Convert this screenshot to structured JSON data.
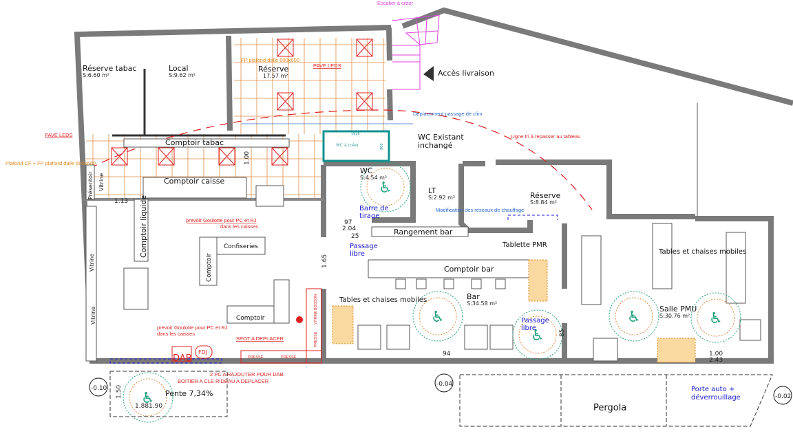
{
  "rooms": [
    {
      "name": "Réserve tabac",
      "area": "S:6.60 m²"
    },
    {
      "name": "Local",
      "area": "S:9.62 m²"
    },
    {
      "name": "Réserve",
      "area": "17.57 m²"
    },
    {
      "name": "WC",
      "area": "S:4.54 m²"
    },
    {
      "name": "LT",
      "area": "S:2.92 m²"
    },
    {
      "name": "Réserve",
      "area": "S:8.84 m²"
    },
    {
      "name": "Bar",
      "area": "S:34.58 m²"
    },
    {
      "name": "Salle PMU",
      "area": "S:30.76 m²"
    }
  ],
  "fixtures": {
    "comptoir_tabac": "Comptoir tabac",
    "comptoir_caisse": "Comptoir caisse",
    "comptoir_liquide": "Comptoir liquide",
    "confiseries": "Confiseries",
    "comptoir_v": "Comptoir",
    "comptoir_h": "Comptoir",
    "rangement_bar": "Rangement bar",
    "comptoir_bar": "Comptoir bar",
    "tablette_pmr": "Tablette PMR",
    "tables_bar": "Tables et chaises mobiles",
    "tables_pmu": "Tables et chaises mobiles",
    "wc_existant_1": "WC Existant",
    "wc_existant_2": "inchangé",
    "wc_a_creer": "WC à créer",
    "acces_livraison": "Accès livraison",
    "pergola": "Pergola",
    "presentoir": "Présentoir",
    "vitrine_1": "Vitrine",
    "vitrine_2": "Vitrine",
    "vitrine_3": "Vitrine",
    "dab": "DAB",
    "fdj": "FDJ",
    "presse_1": "PRESSE",
    "presse_2": "PRESSE",
    "presse_3": "PRESSE",
    "vitrine_boisson": "VITRINE BOISSON"
  },
  "annotations": {
    "pave_leds_1": "PAVE LEDS",
    "pave_leds_2": "PAVE LEDS",
    "fp_plafond": "FP plafond dalle 600x600",
    "plafond_cf": "Plafond CF + FP plafond dalle 600x600",
    "escalier": "Escalier à créer",
    "goulotte_1a": "prevoir Goulotte pour PC et RJ",
    "goulotte_1b": "dans les caisses",
    "goulotte_2a": "prevoir Goulotte pour PC et RJ",
    "goulotte_2b": "dans les caisses",
    "spot": "SPOT A DEPLACER",
    "pc_dab": "2 PC A RAJOUTER POUR DAB",
    "boitier": "BOITIER A CLE RIDEAU A DEPLACER",
    "ligne_tri": "Ligne tri à repasser au tableau",
    "clim": "Deplacement passage de clim",
    "chauffage": "Modification des reseaux de chauffage",
    "barre_1": "Barre de",
    "barre_2": "tirage",
    "passage_1a": "Passage",
    "passage_1b": "libre",
    "passage_2a": "Passage",
    "passage_2b": "libre",
    "porte_1": "Porte auto +",
    "porte_2": "déverrouillage",
    "pente": "Pente 7,34%"
  },
  "dimensions": {
    "d100v": "1.00",
    "d113": "1.13",
    "d97": "97",
    "d204": "2.04",
    "d25": "25",
    "d165": "1.65",
    "d94": "94",
    "d85": "85",
    "d100": "1.00",
    "d243": "2.43",
    "d150": "1.50",
    "d18819": "1.881.90",
    "w1956": "1956",
    "w900": "900"
  },
  "levels": [
    "-0.10",
    "-0.04",
    "-0.02"
  ],
  "colors": {
    "wall": "#7a7a7a",
    "red": "#e02020",
    "orange": "#e08a40",
    "blue": "#1a1ad0",
    "magenta": "#e040e0",
    "teal": "#109090",
    "green": "#20a080"
  }
}
